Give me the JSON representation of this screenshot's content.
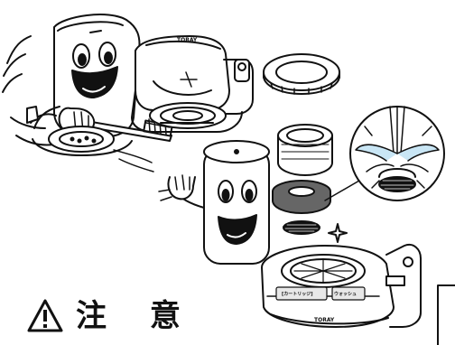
{
  "caution": {
    "text": "注 意",
    "icon": "warning-triangle-icon"
  },
  "brand": {
    "top_cap": "TORAY",
    "base": "TORAY"
  },
  "panel": {
    "line1": "[カートリッジ]",
    "line2": "ウォッシュ"
  },
  "icons": [
    "cartoon-character-icon",
    "toothbrush-icon",
    "faucet-adapter-icon",
    "filter-cartridge-icon",
    "water-splash-icon",
    "sparkle-icon"
  ]
}
